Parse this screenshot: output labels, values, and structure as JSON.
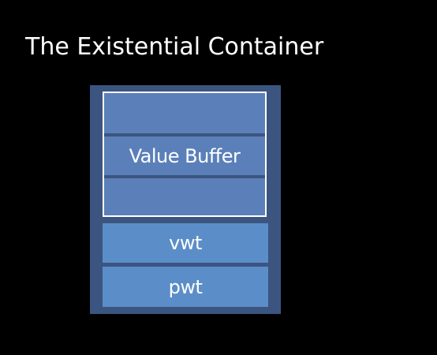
{
  "slide": {
    "title": "The Existential Container"
  },
  "diagram": {
    "buffer_label": "Value Buffer",
    "slots": [
      "vwt",
      "pwt"
    ],
    "colors": {
      "background": "#000000",
      "container": "#3b5580",
      "buffer_cell": "#5b80b9",
      "slot": "#5b8ec8",
      "outline": "#ffffff"
    }
  }
}
